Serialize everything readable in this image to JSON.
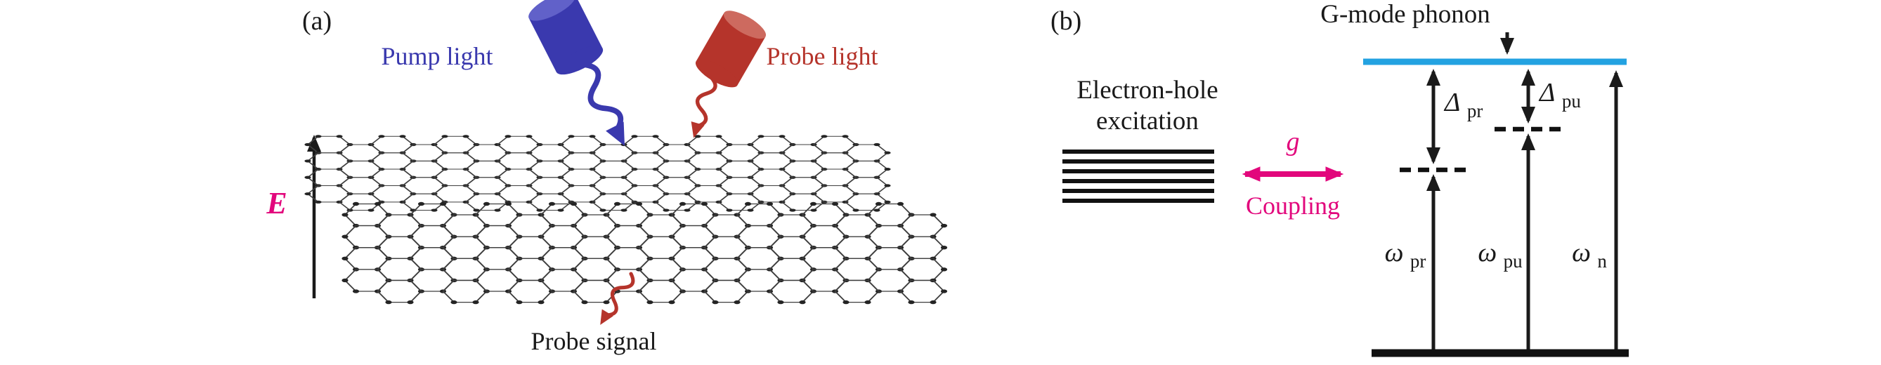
{
  "figure": {
    "panel_a": {
      "tag": "(a)",
      "pump_light": "Pump light",
      "probe_light": "Probe light",
      "probe_signal": "Probe signal",
      "field_symbol": "E",
      "colors": {
        "pump_blue": "#3a39ae",
        "probe_red": "#b5342b",
        "field_magenta": "#e2077c"
      }
    },
    "panel_b": {
      "tag": "(b)",
      "g_mode_phonon": "G-mode phonon",
      "electron_hole": {
        "line1": "Electron-hole",
        "line2": "excitation"
      },
      "coupling": {
        "symbol": "g",
        "label": "Coupling"
      },
      "detuning_pr": {
        "symbol": "Δ",
        "sub": "pr"
      },
      "detuning_pu": {
        "symbol": "Δ",
        "sub": "pu"
      },
      "omega_pr": {
        "symbol": "ω",
        "sub": "pr"
      },
      "omega_pu": {
        "symbol": "ω",
        "sub": "pu"
      },
      "omega_n": {
        "symbol": "ω",
        "sub": "n"
      },
      "colors": {
        "phonon_blue": "#23a2e1",
        "coupling_magenta": "#e2077c"
      }
    }
  }
}
